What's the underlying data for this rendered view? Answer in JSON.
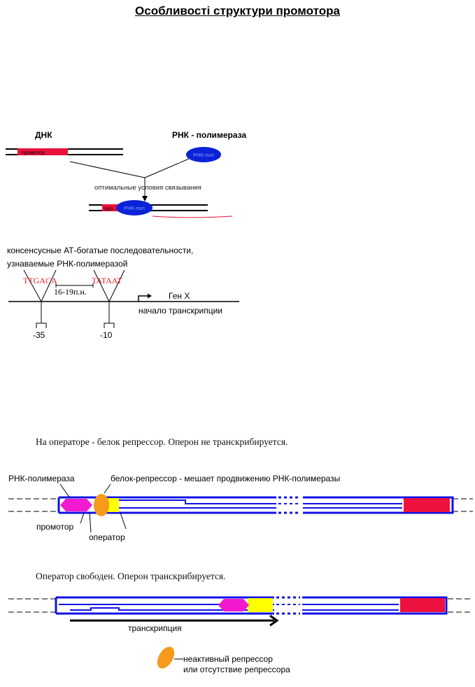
{
  "title": "Особливості структури промотора",
  "fig1": {
    "dna_label": "ДНК",
    "rnap_label": "РНК - полимераза",
    "promoter_box": "промотор",
    "rnap_blob": "РНК-пол",
    "binding_text": "оптимальные условия связывания",
    "bound_promoter_box": "про",
    "bound_rnap_blob": "РНК-пол"
  },
  "fig2": {
    "consensus_line1": "консенсусные АТ-богатые последовательности,",
    "consensus_line2": "узнаваемые РНК-полимеразой",
    "seq_35": "TTGACA",
    "seq_10": "TATAAT",
    "spacer": "16-19п.н.",
    "gene": "Ген Х",
    "tss": "начало транскрипции",
    "pos_35": "-35",
    "pos_10": "-10"
  },
  "fig3": {
    "caption": "На операторе - белок репрессор. Оперон не транскрибируется.",
    "rnap_label": "РНК-полимераза",
    "repressor_label": "белок-репрессор - мешает продвижению РНК-полимеразы",
    "promoter_label": "промотор",
    "operator_label": "оператор"
  },
  "fig4": {
    "caption": "Оператор свободен. Оперон транскрибируется.",
    "transcription_label": "транскрипция",
    "legend_line1": "неактивный репрессор",
    "legend_line2": "или отсутствие репрессора"
  },
  "colors": {
    "dna_red": "#e8123c",
    "rnap_blue": "#0b22d6",
    "operon_blue": "#1010e8",
    "rnap_magenta": "#f21ad0",
    "repressor_orange": "#f59a1a",
    "operator_yellow": "#ffff00",
    "gene_red": "#ee1140",
    "seq_red": "#e02020"
  }
}
